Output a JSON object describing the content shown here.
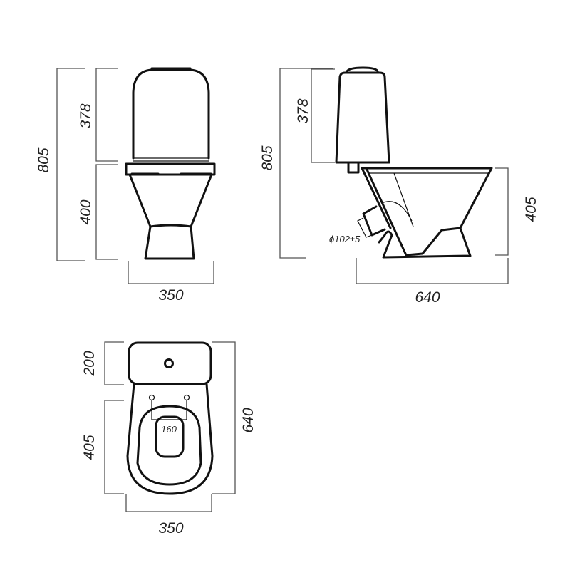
{
  "front_view": {
    "height_total": "805",
    "tank_height": "378",
    "bowl_height": "400",
    "width": "350"
  },
  "side_view": {
    "height_total": "805",
    "tank_height": "378",
    "bowl_height": "405",
    "length": "640",
    "outlet_diameter": "ϕ102±5"
  },
  "top_view": {
    "tank_depth": "200",
    "bowl_length": "405",
    "total_length": "640",
    "width": "350",
    "hinge_spacing": "160"
  }
}
